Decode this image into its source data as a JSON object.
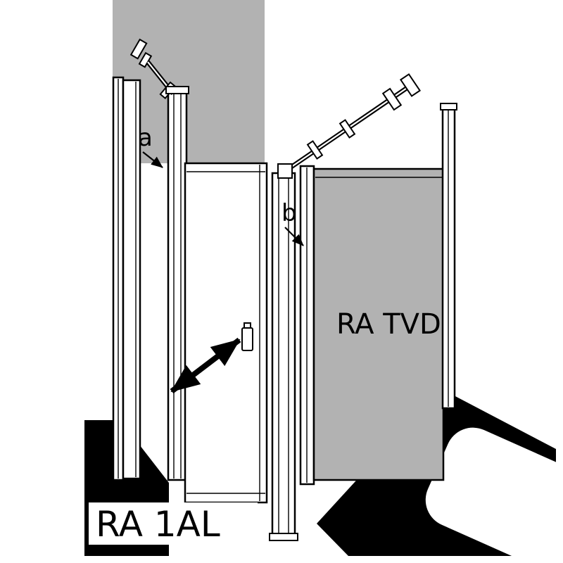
{
  "diagram": {
    "labels": {
      "dimension_a": "a",
      "dimension_b": "b",
      "side_panel": "RA TVD",
      "door_assembly": "RA 1AL"
    },
    "colors": {
      "background": "#ffffff",
      "wall": "#b2b2b2",
      "side_panel_glass": "#b2b2b2",
      "lines": "#000000",
      "shadow": "#000000"
    }
  }
}
